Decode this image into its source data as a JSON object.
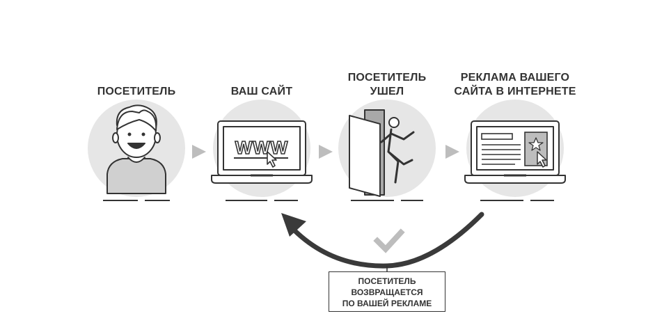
{
  "steps": [
    {
      "label": "ПОСЕТИТЕЛЬ"
    },
    {
      "label": "ВАШ САЙТ",
      "screen_text": "WWW"
    },
    {
      "label": "ПОСЕТИТЕЛЬ\nУШЕЛ"
    },
    {
      "label": "РЕКЛАМА ВАШЕГО\nСАЙТА В ИНТЕРНЕТЕ"
    }
  ],
  "return_caption": "ПОСЕТИТЕЛЬ\nВОЗВРАЩАЕТСЯ\nПО ВАШЕЙ РЕКЛАМЕ",
  "colors": {
    "circle": "#e6e6e6",
    "ink": "#333333",
    "arrow": "#3a3a3a",
    "chevron": "#bdbdbd",
    "check": "#bdbdbd",
    "door_dark": "#a8a8a8",
    "person_fill": "#d0d0d0"
  },
  "icons": [
    "person-icon",
    "laptop-www-icon",
    "door-exit-icon",
    "laptop-ad-icon",
    "star-icon",
    "cursor-icon",
    "checkmark-icon"
  ]
}
